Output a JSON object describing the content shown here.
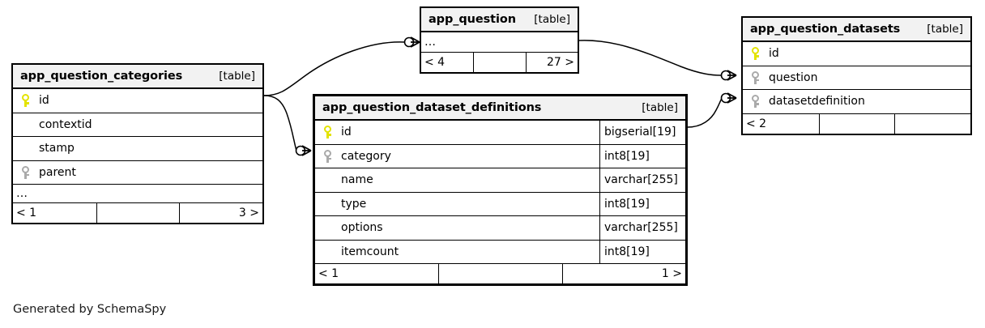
{
  "diagram": {
    "caption": "Generated by SchemaSpy",
    "table_tag": "[table]",
    "ellipsis": "…"
  },
  "tables": {
    "categories": {
      "name": "app_question_categories",
      "tag": "[table]",
      "columns": [
        {
          "name": "id",
          "key": "pk",
          "type": ""
        },
        {
          "name": "contextid",
          "key": "none",
          "type": ""
        },
        {
          "name": "stamp",
          "key": "none",
          "type": ""
        },
        {
          "name": "parent",
          "key": "fk",
          "type": ""
        }
      ],
      "ellipsis": "…",
      "footer": {
        "left": "< 1",
        "middle": "",
        "right": "3 >"
      }
    },
    "question": {
      "name": "app_question",
      "tag": "[table]",
      "columns": [],
      "ellipsis": "…",
      "footer": {
        "left": "< 4",
        "middle": "",
        "right": "27 >"
      }
    },
    "datasets": {
      "name": "app_question_datasets",
      "tag": "[table]",
      "columns": [
        {
          "name": "id",
          "key": "pk",
          "type": ""
        },
        {
          "name": "question",
          "key": "fk",
          "type": ""
        },
        {
          "name": "datasetdefinition",
          "key": "fk",
          "type": ""
        }
      ],
      "footer": {
        "left": "< 2",
        "middle": "",
        "right": ""
      }
    },
    "definitions": {
      "name": "app_question_dataset_definitions",
      "tag": "[table]",
      "focal": true,
      "columns": [
        {
          "name": "id",
          "key": "pk",
          "type": "bigserial[19]"
        },
        {
          "name": "category",
          "key": "fk",
          "type": "int8[19]"
        },
        {
          "name": "name",
          "key": "none",
          "type": "varchar[255]"
        },
        {
          "name": "type",
          "key": "none",
          "type": "int8[19]"
        },
        {
          "name": "options",
          "key": "none",
          "type": "varchar[255]"
        },
        {
          "name": "itemcount",
          "key": "none",
          "type": "int8[19]"
        }
      ],
      "footer": {
        "left": "< 1",
        "middle": "",
        "right": "1 >"
      }
    }
  },
  "relationships": [
    {
      "from": "app_question_categories.id",
      "to": "app_question",
      "cardinality": "zero-or-more"
    },
    {
      "from": "app_question_categories.id",
      "to": "app_question_dataset_definitions.category",
      "cardinality": "zero-or-more"
    },
    {
      "from": "app_question",
      "to": "app_question_datasets.question",
      "cardinality": "zero-or-more"
    },
    {
      "from": "app_question_dataset_definitions.id",
      "to": "app_question_datasets.datasetdefinition",
      "cardinality": "zero-or-more"
    }
  ],
  "colors": {
    "primary_key": "#e3e300",
    "foreign_key": "#aaaaaa",
    "header_bg": "#f2f2f2",
    "border": "#000000",
    "background": "#ffffff"
  }
}
